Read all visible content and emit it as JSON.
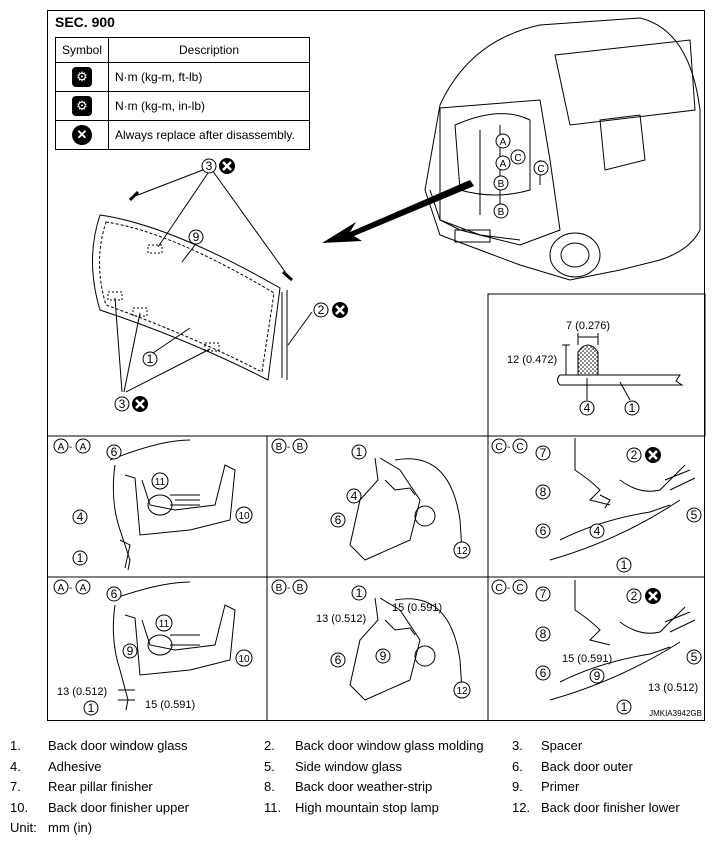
{
  "section": "SEC. 900",
  "symbol_table": {
    "header_symbol": "Symbol",
    "header_description": "Description",
    "rows": [
      {
        "icon": "torque-wrench-icon",
        "description": "N·m (kg-m, ft-lb)"
      },
      {
        "icon": "torque-wrench-small-icon",
        "description": "N·m (kg-m, in-lb)"
      },
      {
        "icon": "replace-x-icon",
        "description": "Always replace after disassembly."
      }
    ]
  },
  "labels": {
    "n1": "1",
    "n2": "2",
    "n3": "3",
    "n4": "4",
    "n5": "5",
    "n6": "6",
    "n7": "7",
    "n8": "8",
    "n9": "9",
    "n10": "10",
    "n11": "11",
    "n12": "12",
    "A": "A",
    "B": "B",
    "C": "C",
    "dim_7": "7 (0.276)",
    "dim_12": "12 (0.472)",
    "dim_13": "13 (0.512)",
    "dim_15": "15 (0.591)"
  },
  "sections": {
    "aa": "A",
    "bb": "B",
    "cc": "C"
  },
  "figure_id": "JMKIA3942GB",
  "legend": [
    {
      "num": "1.",
      "text": "Back door window glass"
    },
    {
      "num": "2.",
      "text": "Back door window glass molding"
    },
    {
      "num": "3.",
      "text": "Spacer"
    },
    {
      "num": "4.",
      "text": "Adhesive"
    },
    {
      "num": "5.",
      "text": "Side window glass"
    },
    {
      "num": "6.",
      "text": "Back door outer"
    },
    {
      "num": "7.",
      "text": "Rear pillar finisher"
    },
    {
      "num": "8.",
      "text": "Back door weather-strip"
    },
    {
      "num": "9.",
      "text": "Primer"
    },
    {
      "num": "10.",
      "text": "Back door finisher upper"
    },
    {
      "num": "11.",
      "text": "High mountain stop lamp"
    },
    {
      "num": "12.",
      "text": "Back door finisher lower"
    }
  ],
  "unit": {
    "label": "Unit:",
    "value": "mm (in)"
  }
}
